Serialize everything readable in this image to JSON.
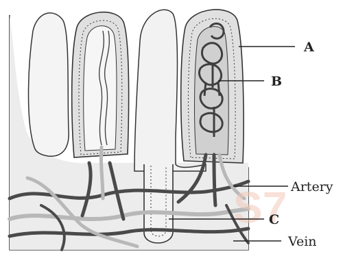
{
  "labels": {
    "a": "A",
    "b": "B",
    "c": "C",
    "artery": "Artery",
    "vein": "Vein"
  },
  "watermark": "S7",
  "colors": {
    "tissue_fill": "#e6e6e6",
    "lumen_fill": "#f4f4f4",
    "outline": "#333333",
    "vessel_dark": "#4a4a4a",
    "vessel_light": "#b8b8b8",
    "watermark": "#f2c9b8"
  }
}
